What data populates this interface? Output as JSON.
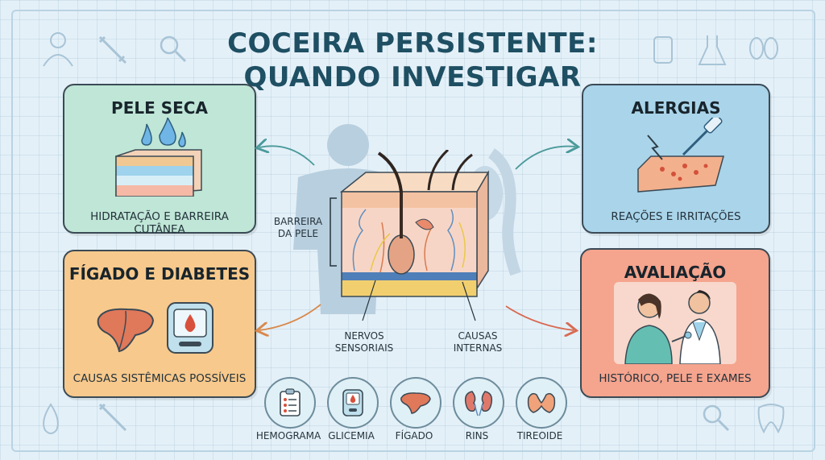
{
  "title": {
    "line1": "COCEIRA PERSISTENTE:",
    "line2": "QUANDO INVESTIGAR"
  },
  "cards": {
    "pele_seca": {
      "title": "PELE SECA",
      "subtitle": "HIDRATAÇÃO E BARREIRA CUTÂNEA"
    },
    "alergias": {
      "title": "ALERGIAS",
      "subtitle": "REAÇÕES E IRRITAÇÕES"
    },
    "figado_diabetes": {
      "title": "FÍGADO E DIABETES",
      "subtitle": "CAUSAS SISTÊMICAS POSSÍVEIS"
    },
    "avaliacao": {
      "title": "AVALIAÇÃO",
      "subtitle": "HISTÓRICO, PELE E EXAMES"
    }
  },
  "skin_labels": {
    "barreira_1": "BARREIRA",
    "barreira_2": "DA PELE",
    "nervos_1": "NERVOS",
    "nervos_2": "SENSORIAIS",
    "causas_1": "CAUSAS",
    "causas_2": "INTERNAS"
  },
  "tests": [
    {
      "label": "HEMOGRAMA",
      "icon": "clipboard-icon"
    },
    {
      "label": "GLICEMIA",
      "icon": "glucometer-icon"
    },
    {
      "label": "FÍGADO",
      "icon": "liver-icon"
    },
    {
      "label": "RINS",
      "icon": "kidneys-icon"
    },
    {
      "label": "TIREOIDE",
      "icon": "thyroid-icon"
    }
  ],
  "colors": {
    "pele_seca": "#bfe6d6",
    "alergias": "#a9d4ea",
    "figado_diabetes": "#f8c98c",
    "avaliacao": "#f5a48e"
  }
}
